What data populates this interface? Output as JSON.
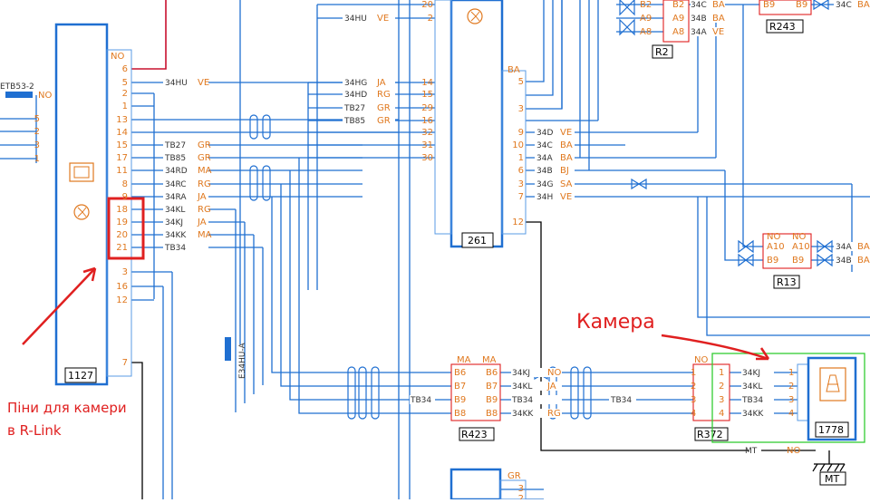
{
  "colors": {
    "wire": "#1f6fd1",
    "wire_light": "#5a9be6",
    "connector_text": "#e0781e",
    "annotation": "#e02020",
    "highlight_box": "#e02020",
    "camera_highlight": "#33cc33",
    "ground_red": "#c8102e"
  },
  "annotations": {
    "camera": "Камера",
    "pins_line1": "Піни для камери",
    "pins_line2": "в R-Link"
  },
  "components": {
    "c1127": "1127",
    "c261": "261",
    "c1778": "1778",
    "r2": "R2",
    "r243": "R243",
    "r13": "R13",
    "r423": "R423",
    "r372": "R372",
    "mt": "MT",
    "etb53": "ETB53-2",
    "e34hu": "E34HU-A"
  },
  "left_connector": {
    "color_label": "NO",
    "pins": [
      "6",
      "5",
      "2",
      "1",
      "13",
      "14",
      "15",
      "17",
      "11",
      "8",
      "9",
      "18",
      "19",
      "20",
      "21",
      "3",
      "16",
      "12",
      "7"
    ],
    "wires": [
      "",
      "34HU",
      "",
      "",
      "",
      "",
      "TB27",
      "TB85",
      "34RD",
      "34RC",
      "34RA",
      "34KL",
      "34KJ",
      "34KK",
      "TB34",
      "",
      "",
      "",
      ""
    ],
    "colors": [
      "",
      "VE",
      "",
      "",
      "",
      "",
      "GR",
      "GR",
      "MA",
      "RG",
      "JA",
      "RG",
      "JA",
      "MA",
      "",
      "",
      "",
      "",
      ""
    ]
  },
  "etb_pins": {
    "color_label": "NO",
    "pins": [
      "5",
      "2",
      "3",
      "1"
    ]
  },
  "mid_left_pins": {
    "pins": [
      "20",
      "2",
      "14",
      "15",
      "29",
      "16",
      "32",
      "31",
      "30"
    ],
    "wires": [
      "",
      "34HU",
      "34HG",
      "34HD",
      "TB27",
      "TB85",
      "",
      "",
      ""
    ],
    "colors": [
      "",
      "VE",
      "JA",
      "RG",
      "GR",
      "GR",
      "",
      "",
      ""
    ]
  },
  "conn261_right": {
    "color_label": "BA",
    "pins": [
      "5",
      "3",
      "9",
      "10",
      "1",
      "6",
      "3",
      "7",
      "12"
    ],
    "wires": [
      "",
      "",
      "34D",
      "34C",
      "34A",
      "34B",
      "34G",
      "34H",
      ""
    ],
    "colors": [
      "",
      "",
      "VE",
      "BA",
      "BA",
      "BJ",
      "SA",
      "VE",
      ""
    ]
  },
  "r2": {
    "left_pins": [
      "A9",
      "A8"
    ],
    "right_pins": [
      "B2",
      "A9",
      "A8"
    ],
    "wires": [
      "34C",
      "34B",
      "34A"
    ],
    "colors": [
      "BA",
      "BA",
      "VE"
    ],
    "top_left": "B2"
  },
  "r243": {
    "left_pins": [
      "B9"
    ],
    "right_pins": [
      "B9"
    ],
    "wire": "34C",
    "color": "BA"
  },
  "r13": {
    "color_label": "NO",
    "left_pins": [
      "A10",
      "B9"
    ],
    "right_pins": [
      "A10",
      "B9"
    ],
    "wires": [
      "34A",
      "34B"
    ],
    "colors": [
      "BA",
      "BA"
    ]
  },
  "r423": {
    "color_label": "MA",
    "left_pins": [
      "B6",
      "B7",
      "B9",
      "B8"
    ],
    "right_pins": [
      "B6",
      "B7",
      "B9",
      "B8"
    ],
    "wires": [
      "34KJ",
      "34KL",
      "TB34",
      "34KK"
    ],
    "colors": [
      "NO",
      "JA",
      "",
      "RG"
    ],
    "tb34": "TB34"
  },
  "r372": {
    "color_label": "NO",
    "left_pins": [
      "1",
      "2",
      "3",
      "4"
    ],
    "right_pins": [
      "1",
      "2",
      "3",
      "4"
    ],
    "tb34": "TB34"
  },
  "c1778": {
    "pins": [
      "1",
      "2",
      "3",
      "4"
    ],
    "wires": [
      "34KJ",
      "34KL",
      "TB34",
      "34KK"
    ]
  },
  "ground": {
    "wire": "MT",
    "color": "NO"
  },
  "bottom_conn": {
    "color_label": "GR",
    "pins": [
      "3",
      "2"
    ]
  }
}
